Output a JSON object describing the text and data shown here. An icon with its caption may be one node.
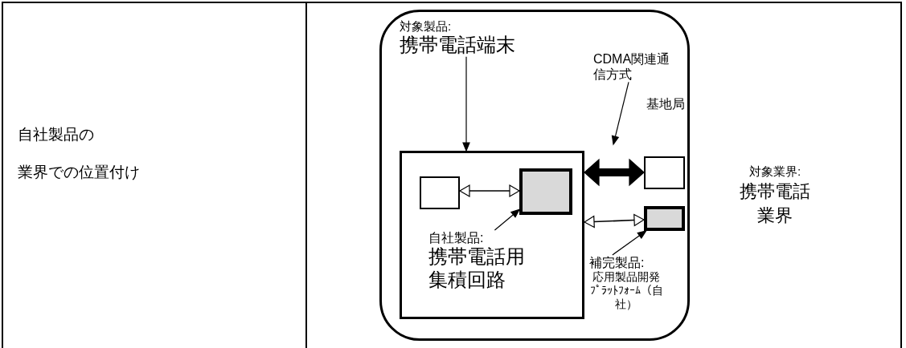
{
  "diagram": {
    "nodes": [
      {
        "text": [
          "対象業界:",
          "携帯電話業界"
        ]
      },
      {
        "text": [
          "対象製品:",
          "携帯電話端末"
        ],
        "in": 0
      },
      {
        "text": [
          "CDMA関連通信方式"
        ],
        "in": 0
      },
      {
        "text": [
          "基地局"
        ],
        "in": 0
      },
      {
        "text": [],
        "shape": "box",
        "in": 0
      },
      {
        "text": [],
        "shape": "box",
        "in": 4
      },
      {
        "text": [],
        "shape": "box",
        "in": 4
      },
      {
        "text": [
          "自社製品:",
          "携帯電話用集積回路"
        ],
        "in": 4
      },
      {
        "text": [],
        "shape": "box",
        "in": 0
      },
      {
        "text": [
          "補完製品:",
          "応用製品開発ﾌﾟﾗｯﾄﾌｫｰﾑ（自社）"
        ],
        "in": 0
      }
    ],
    "edges": [
      {
        "from": 1,
        "to": 4,
        "arrow": "to"
      },
      {
        "from": 2,
        "to": null,
        "arrow": "to"
      },
      {
        "from": 4,
        "to": 3,
        "arrow": "both",
        "style": "thick"
      },
      {
        "from": 5,
        "to": 6,
        "arrow": "both"
      },
      {
        "from": 7,
        "to": 6,
        "arrow": "to"
      },
      {
        "from": 4,
        "to": 8,
        "arrow": "both"
      },
      {
        "from": 9,
        "to": 8,
        "arrow": "to"
      }
    ],
    "labels": [
      "自社製品の",
      "業界での位置付け"
    ]
  }
}
